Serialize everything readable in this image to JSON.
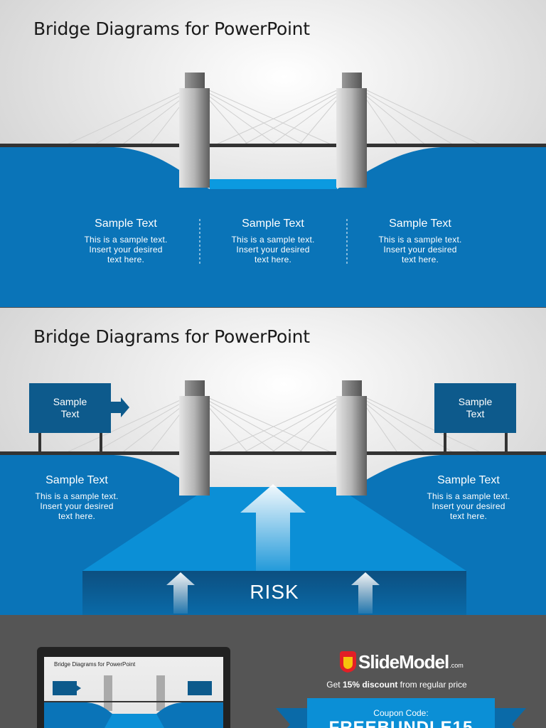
{
  "slide1": {
    "title": "Bridge Diagrams for PowerPoint",
    "columns": [
      {
        "heading": "Sample Text",
        "body_lines": [
          "This is a sample text.",
          "Insert your desired",
          "text here."
        ]
      },
      {
        "heading": "Sample Text",
        "body_lines": [
          "This is a sample text.",
          "Insert your desired",
          "text here."
        ]
      },
      {
        "heading": "Sample Text",
        "body_lines": [
          "This is a sample text.",
          "Insert your desired",
          "text here."
        ]
      }
    ]
  },
  "slide2": {
    "title": "Bridge Diagrams for PowerPoint",
    "sign_left": "Sample Text",
    "sign_right": "Sample Text",
    "left_text": {
      "heading": "Sample Text",
      "body_lines": [
        "This is a sample text.",
        "Insert your desired",
        "text here."
      ]
    },
    "right_text": {
      "heading": "Sample Text",
      "body_lines": [
        "This is a sample text.",
        "Insert your desired",
        "text here."
      ]
    },
    "risk_label": "RISK"
  },
  "promo": {
    "mini_title": "Bridge Diagrams for PowerPoint",
    "logo_text": "SlideModel",
    "logo_domain": ".com",
    "discount_prefix": "Get ",
    "discount_percent": "15% discount",
    "discount_suffix": " from regular price",
    "coupon_label": "Coupon Code:",
    "coupon_code": "FREEBUNDLE15"
  },
  "colors": {
    "blue": "#0a74b8",
    "blue_light": "#0b8fd6",
    "navy": "#0d5a8c",
    "promo_bg": "#555555",
    "logo_red": "#e21f26",
    "logo_yellow": "#f7c20c"
  }
}
